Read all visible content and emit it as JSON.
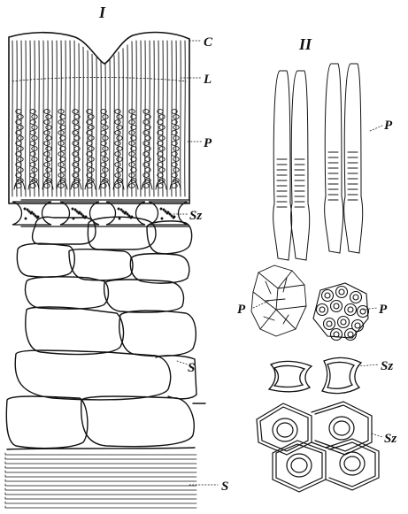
{
  "figure_labels": {
    "panel_1": "I",
    "panel_2": "II",
    "cuticle": "C",
    "light_line": "L",
    "palisade_1": "P",
    "palisade_2": "P",
    "palisade_3": "P",
    "palisade_4": "P",
    "hourglass_1": "Sz",
    "hourglass_2": "Sz",
    "hourglass_3": "Sz",
    "parenchyma_1": "S",
    "parenchyma_2": "S"
  }
}
